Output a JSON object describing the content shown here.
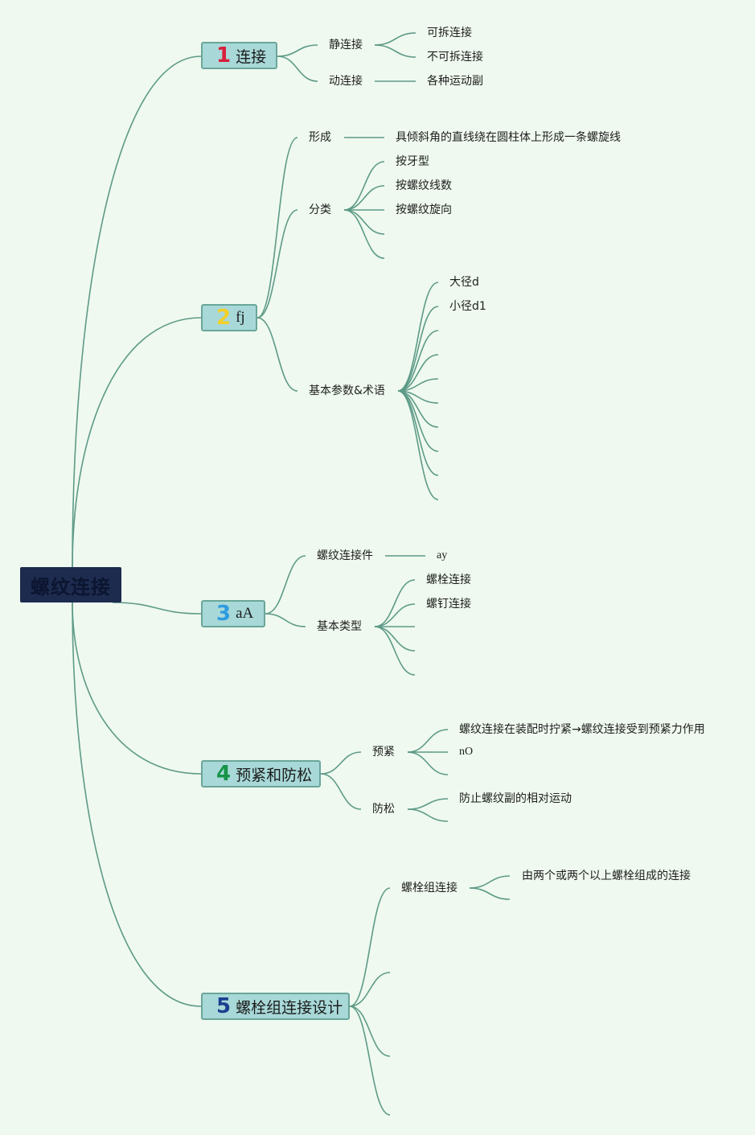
{
  "root": {
    "label": "螺纹连接"
  },
  "branches": [
    {
      "num": "1",
      "num_color": "#d81f3b",
      "label": "连接"
    },
    {
      "num": "2",
      "num_color": "#f2cf2a",
      "label": "fj"
    },
    {
      "num": "3",
      "num_color": "#2d9be0",
      "label": "aA"
    },
    {
      "num": "4",
      "num_color": "#169447",
      "label": "预紧和防松"
    },
    {
      "num": "5",
      "num_color": "#1b3f8f",
      "label": "螺栓组连接设计"
    }
  ],
  "b1": {
    "static": "静连接",
    "detachable": "可拆连接",
    "non_detachable": "不可拆连接",
    "dynamic": "动连接",
    "pairs": "各种运动副"
  },
  "b2": {
    "formation": "形成",
    "formation_desc": "具倾斜角的直线绕在圆柱体上形成一条螺旋线",
    "classification": "分类",
    "by_profile": "按牙型",
    "by_threads": "按螺纹线数",
    "by_direction": "按螺纹旋向",
    "params": "基本参数&术语",
    "major_d": "大径d",
    "minor_d": "小径d1"
  },
  "b3": {
    "parts": "螺纹连接件",
    "parts_sub": "ay",
    "types": "基本类型",
    "bolt": "螺栓连接",
    "screw": "螺钉连接"
  },
  "b4": {
    "preload": "预紧",
    "preload_desc": "螺纹连接在装配时拧紧→螺纹连接受到预紧力作用",
    "preload_sub": "nO",
    "antiloose": "防松",
    "antiloose_desc": "防止螺纹副的相对运动"
  },
  "b5": {
    "group": "螺栓组连接",
    "group_desc": "由两个或两个以上螺栓组成的连接"
  },
  "colors": {
    "link": "#5d9a87",
    "root_bg": "#1d2b4f",
    "branch_bg": "#a8d8d8",
    "background": "#eff9ef"
  }
}
